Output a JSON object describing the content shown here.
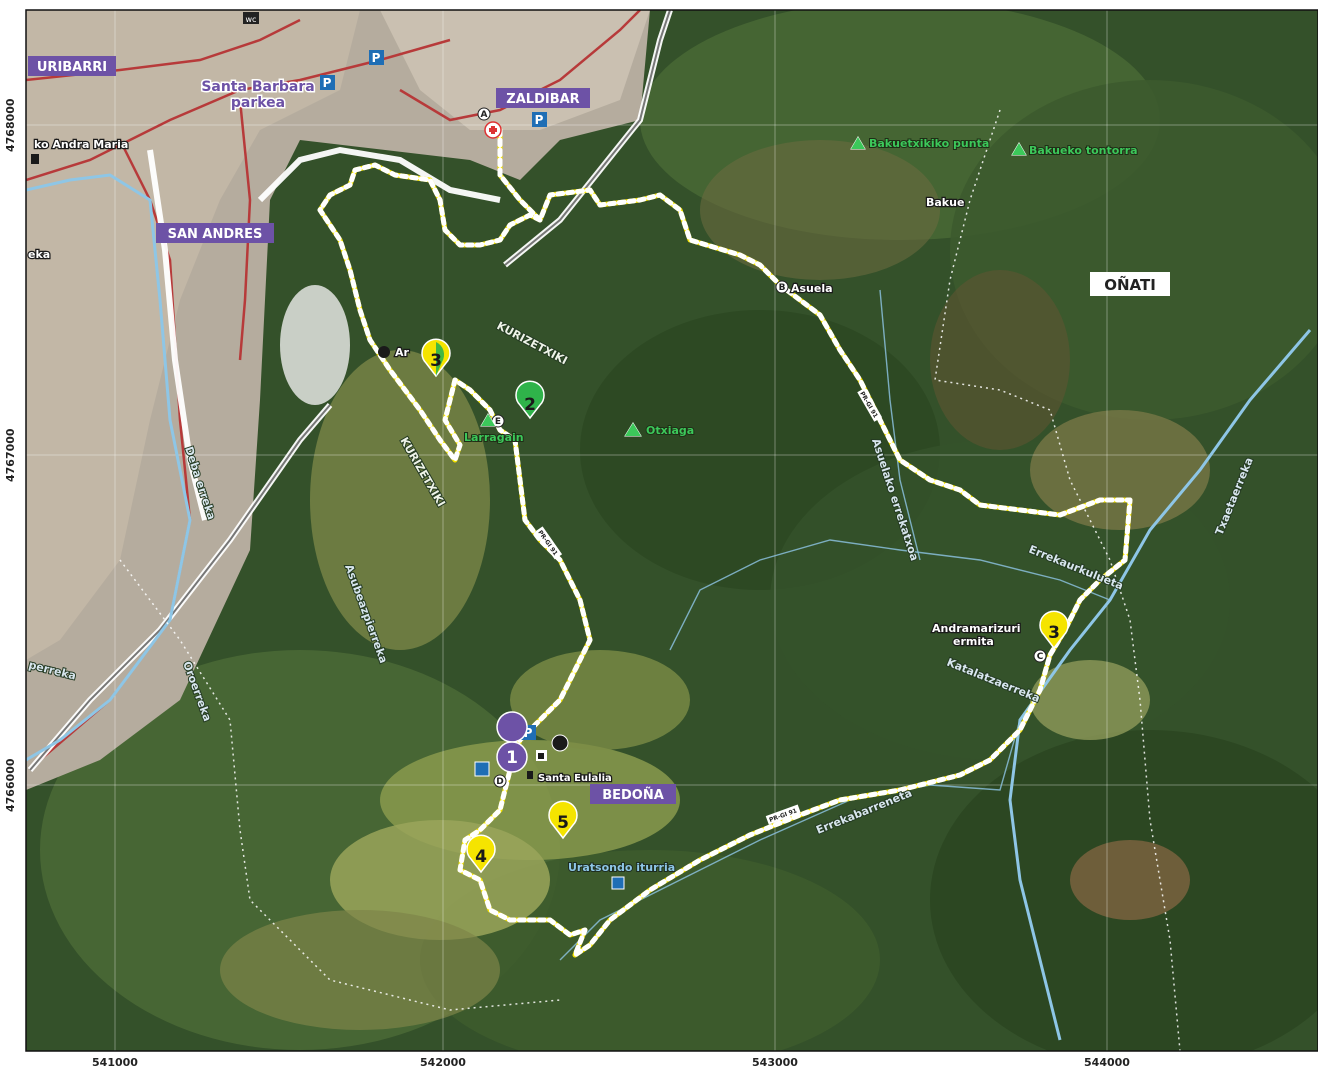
{
  "map": {
    "area_labels": {
      "uribarri": "URIBARRI",
      "zaldibar": "ZALDIBAR",
      "san_andres": "SAN ANDRES",
      "onati": "OÑATI",
      "bedona": "BEDOÑA"
    },
    "places": {
      "santa_barbara": "Santa Barbara",
      "parkea": "parkea",
      "andra_maria": "ko Andra Maria",
      "bakue": "Bakue",
      "bakuetxikiko_punta": "Bakuetxikiko punta",
      "bakueko_tontorra": "Bakueko tontorra",
      "asuela": "Asuela",
      "ar": "Ar",
      "larragain": "Larragain",
      "otxiaga": "Otxiaga",
      "andramarizuri": "Andramarizuri",
      "ermita": "ermita",
      "santa_eulalia": "Santa Eulalia",
      "uratsondo_iturria": "Uratsondo iturria",
      "eka": "eka"
    },
    "features": {
      "kurizetxiki_1": "KURIZETXIKI",
      "kurizetxiki_2": "KURIZETXIKI",
      "deba_erreka": "Deba erreka",
      "asubeazpierreka": "Asubeazpierreka",
      "oroerreka": "Oroerreka",
      "perreka": "perreka",
      "asuelako_errekatxoa": "Asuelako errekatxoa",
      "errekaurkulueta": "Errekaurkulueta",
      "katalatzaerreka": "Katalatzaerreka",
      "errekabarreneta": "Errekabarreneta",
      "txaetaerreka": "Txaetaerreka"
    },
    "waypoints": [
      "A",
      "B",
      "C",
      "D",
      "E"
    ],
    "markers": [
      "1",
      "2",
      "3",
      "3",
      "4",
      "5"
    ],
    "route_tags": [
      "PR-GI 91",
      "PR-GI 91",
      "PR-GI 91"
    ],
    "wc_label": "wc",
    "parking_label": "P",
    "coords_x": [
      "541000",
      "542000",
      "543000",
      "544000"
    ],
    "coords_y": [
      "4768000",
      "4767000",
      "4766000"
    ],
    "colors": {
      "route_yellow": "#f5e400",
      "purple_label": "#6d52a6",
      "road_red": "#b73a3a",
      "water_blue": "#8ec6e6",
      "peak_green": "#2fb34a",
      "parking_blue": "#1f6eb5"
    }
  }
}
